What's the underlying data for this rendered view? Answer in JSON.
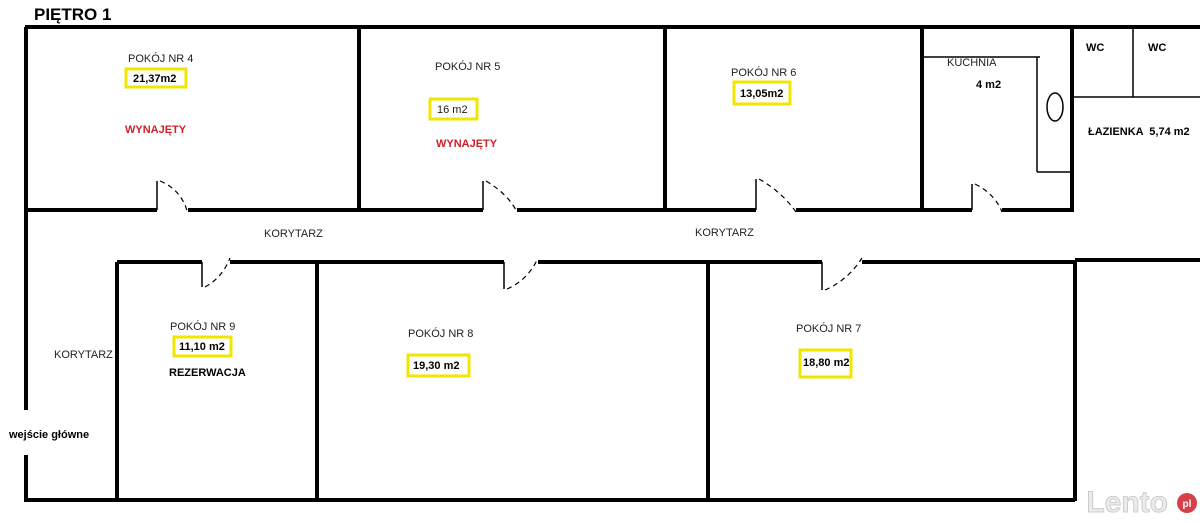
{
  "title": "PIĘTRO 1",
  "rooms": [
    {
      "name": "POKÓJ NR 4",
      "area": "21,37m2",
      "status": "WYNAJĘTY"
    },
    {
      "name": "POKÓJ NR 5",
      "area": "16 m2",
      "status": "WYNAJĘTY"
    },
    {
      "name": "POKÓJ NR 6",
      "area": "13,05m2"
    },
    {
      "name": "POKÓJ NR 9",
      "area": "11,10 m2",
      "status": "REZERWACJA"
    },
    {
      "name": "POKÓJ NR 8",
      "area": "19,30 m2"
    },
    {
      "name": "POKÓJ NR 7",
      "area": "18,80 m2"
    }
  ],
  "kitchen": {
    "name": "KUCHNIA",
    "area": "4 m2"
  },
  "wc": [
    "WC",
    "WC"
  ],
  "bathroom": "ŁAZIENKA  5,74 m2",
  "corridor": [
    "KORYTARZ",
    "KORYTARZ",
    "KORYTARZ"
  ],
  "entrance": "wejście główne",
  "watermark": {
    "text": "Lento",
    "suffix": "pl"
  },
  "colors": {
    "highlight": "#f2e600",
    "status_red": "#d0202a"
  }
}
